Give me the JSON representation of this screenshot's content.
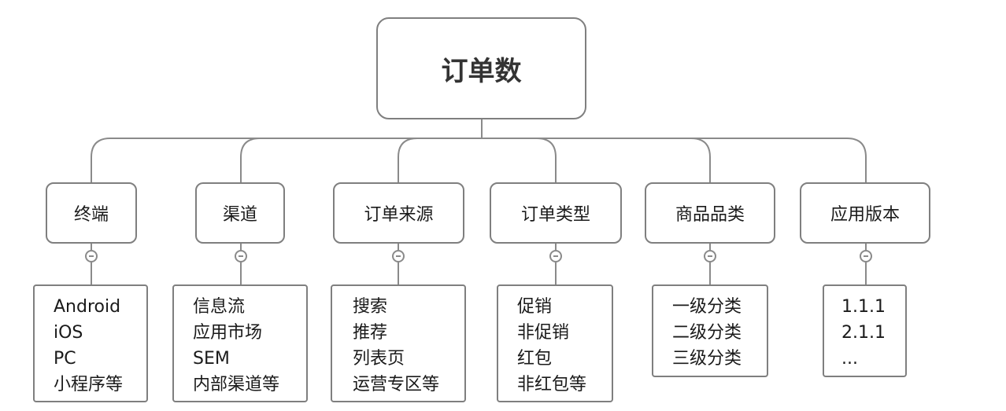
{
  "root": {
    "label": "订单数"
  },
  "categories": [
    {
      "label": "终端",
      "items": [
        "Android",
        "iOS",
        "PC",
        "小程序等"
      ]
    },
    {
      "label": "渠道",
      "items": [
        "信息流",
        "应用市场",
        "SEM",
        "内部渠道等"
      ]
    },
    {
      "label": "订单来源",
      "items": [
        "搜索",
        "推荐",
        "列表页",
        "运营专区等"
      ]
    },
    {
      "label": "订单类型",
      "items": [
        "促销",
        "非促销",
        "红包",
        "非红包等"
      ]
    },
    {
      "label": "商品品类",
      "items": [
        "一级分类",
        "二级分类",
        "三级分类"
      ]
    },
    {
      "label": "应用版本",
      "items": [
        "1.1.1",
        "2.1.1",
        "..."
      ]
    }
  ],
  "colors": {
    "border": "#7f7f7f",
    "line": "#8a8a8a",
    "text": "#1a1a1a",
    "root_text": "#333333"
  }
}
